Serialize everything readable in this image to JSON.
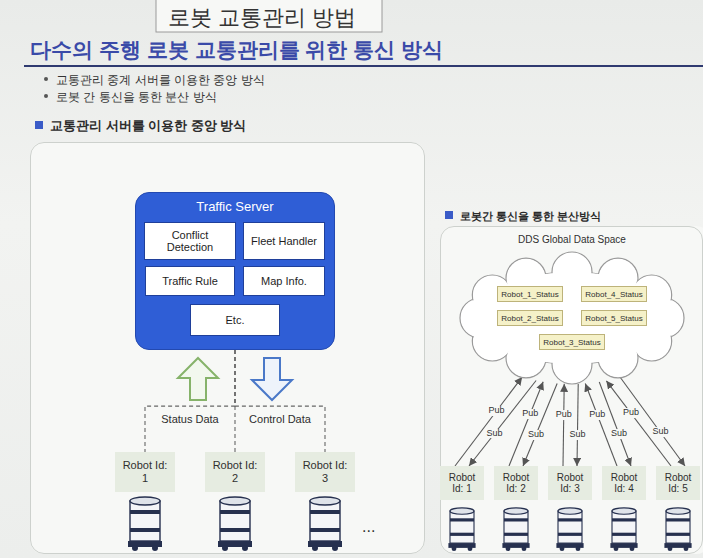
{
  "diagram": {
    "title": "로봇 교통관리 방법",
    "nodes": [
      {
        "text": [
          "교통관리 서버를 이용한 중앙 방식"
        ]
      },
      {
        "text": [
          "Traffic Server"
        ],
        "in": 0
      },
      {
        "text": [
          "Conflict Detection"
        ],
        "in": 1
      },
      {
        "text": [
          "Fleet Handler"
        ],
        "in": 1
      },
      {
        "text": [
          "Traffic Rule"
        ],
        "in": 1
      },
      {
        "text": [
          "Map Info."
        ],
        "in": 1
      },
      {
        "text": [
          "Etc."
        ],
        "in": 1
      },
      {
        "text": [
          "Robot Id: 1"
        ],
        "in": 0
      },
      {
        "text": [
          "Robot Id: 2"
        ],
        "in": 0
      },
      {
        "text": [
          "Robot Id: 3"
        ],
        "in": 0
      },
      {
        "text": [
          "로봇간 통신을 통한 분산방식"
        ]
      },
      {
        "text": [
          "DDS Global Data Space"
        ],
        "in": 10
      },
      {
        "text": [
          "Robot_1_Status"
        ],
        "in": 11
      },
      {
        "text": [
          "Robot_4_Status"
        ],
        "in": 11
      },
      {
        "text": [
          "Robot_2_Status"
        ],
        "in": 11
      },
      {
        "text": [
          "Robot_5_Status"
        ],
        "in": 11
      },
      {
        "text": [
          "Robot_3_Status"
        ],
        "in": 11
      },
      {
        "text": [
          "Robot Id: 1"
        ],
        "in": 10
      },
      {
        "text": [
          "Robot Id: 2"
        ],
        "in": 10
      },
      {
        "text": [
          "Robot Id: 3"
        ],
        "in": 10
      },
      {
        "text": [
          "Robot Id: 4"
        ],
        "in": 10
      },
      {
        "text": [
          "Robot Id: 5"
        ],
        "in": 10
      }
    ],
    "edges": [
      {
        "from": 1,
        "to": 7,
        "arrow": "none"
      },
      {
        "from": 1,
        "to": 8,
        "arrow": "none"
      },
      {
        "from": 1,
        "to": 9,
        "arrow": "none"
      },
      {
        "from": 17,
        "to": 11,
        "arrow": "to",
        "label": "Pub"
      },
      {
        "from": 11,
        "to": 17,
        "arrow": "to",
        "label": "Sub"
      },
      {
        "from": 18,
        "to": 11,
        "arrow": "to",
        "label": "Pub"
      },
      {
        "from": 11,
        "to": 18,
        "arrow": "to",
        "label": "Sub"
      },
      {
        "from": 19,
        "to": 11,
        "arrow": "to",
        "label": "Pub"
      },
      {
        "from": 11,
        "to": 19,
        "arrow": "to",
        "label": "Sub"
      },
      {
        "from": 20,
        "to": 11,
        "arrow": "to",
        "label": "Pub"
      },
      {
        "from": 11,
        "to": 20,
        "arrow": "to",
        "label": "Sub"
      },
      {
        "from": 21,
        "to": 11,
        "arrow": "to",
        "label": "Pub"
      },
      {
        "from": 11,
        "to": 21,
        "arrow": "to",
        "label": "Sub"
      }
    ],
    "labels": [
      "다수의 주행 로봇 교통관리를 위한 통신 방식",
      "교통관리 중계 서버를 이용한 중앙 방식",
      "로봇 간 통신을 통한 분산 방식",
      "Status Data",
      "Control Data",
      "..."
    ]
  }
}
